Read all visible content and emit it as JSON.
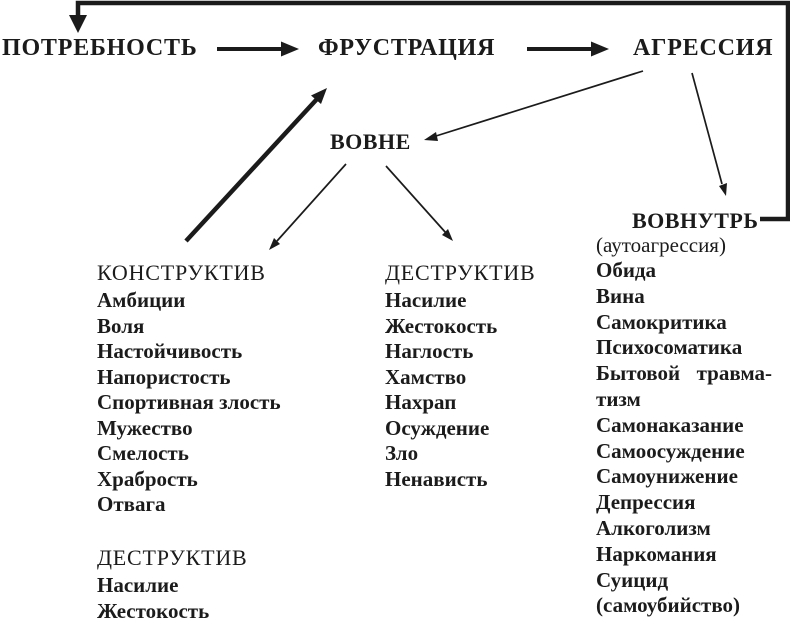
{
  "diagram": {
    "colors": {
      "ink": "#1b1b1b",
      "background": "#ffffff"
    },
    "nodes": {
      "need": "ПОТРЕБНОСТЬ",
      "frustration": "ФРУСТРАЦИЯ",
      "aggression": "АГРЕССИЯ",
      "outward": "ВОВНЕ",
      "inward": "ВОВНУТРЬ",
      "inward_subtitle": "(аутоагрессия)"
    },
    "columns": {
      "constructive": {
        "header": "КОНСТРУКТИВ",
        "items": [
          "Амбиции",
          "Воля",
          "Настойчивость",
          "Напористость",
          "Спортивная злость",
          "Мужество",
          "Смелость",
          "Храбрость",
          "Отвага"
        ]
      },
      "destructive_left": {
        "header": "ДЕСТРУКТИВ",
        "items": [
          "Насилие",
          "Жестокость"
        ]
      },
      "destructive_mid": {
        "header": "ДЕСТРУКТИВ",
        "items": [
          "Насилие",
          "Жестокость",
          "Наглость",
          "Хамство",
          "Нахрап",
          "Осуждение",
          "Зло",
          "Ненависть"
        ]
      },
      "inward_list": {
        "items": [
          "Обида",
          "Вина",
          "Самокритика",
          "Психосоматика",
          "Бытовой травма-",
          "тизм",
          "Самонаказание",
          "Самоосуждение",
          "Самоунижение",
          "Депрессия",
          "Алкоголизм",
          "Наркомания",
          "Суицид",
          "(самоубийство)"
        ]
      }
    }
  }
}
